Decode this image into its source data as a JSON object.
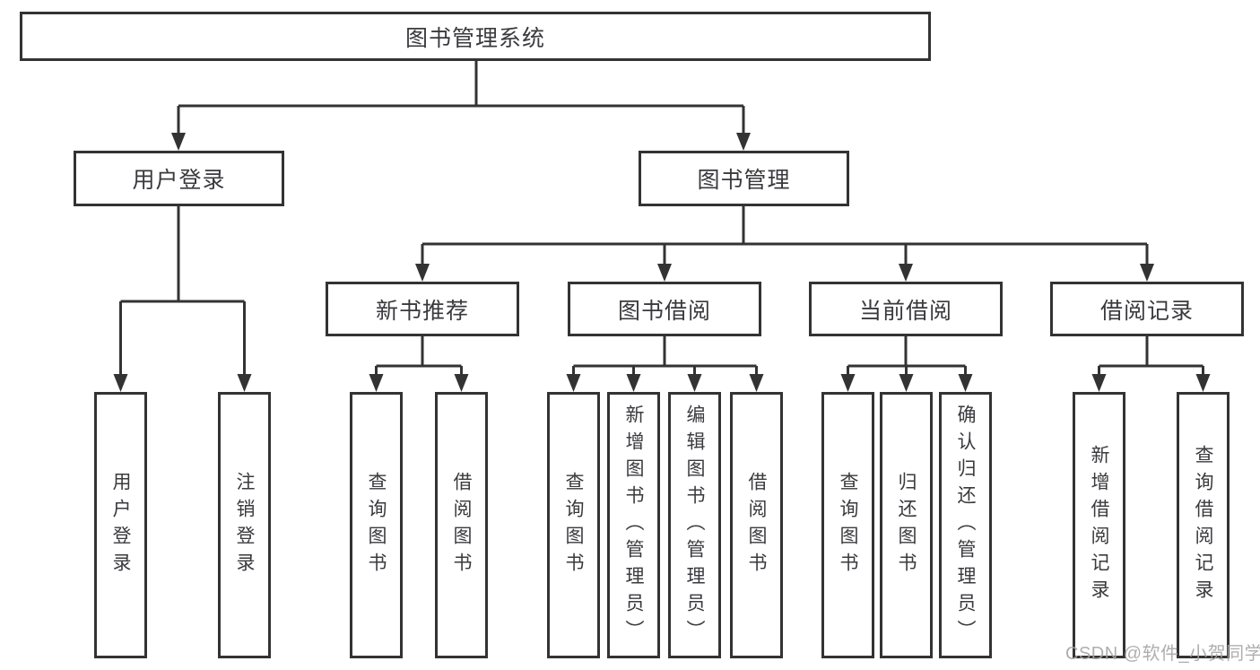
{
  "colors": {
    "background": "#ffffff",
    "line": "#333333",
    "box_border": "#333333",
    "text": "#3a3a3e",
    "watermark": "#a6a6a6"
  },
  "watermark": "CSDN @软件_小贺同学",
  "diagram": {
    "root": "图书管理系统",
    "branches": [
      {
        "label": "用户登录",
        "children": [
          "用户登录",
          "注销登录"
        ]
      },
      {
        "label": "图书管理",
        "sections": [
          {
            "label": "新书推荐",
            "children": [
              "查询图书",
              "借阅图书"
            ]
          },
          {
            "label": "图书借阅",
            "children": [
              "查询图书",
              "新增图书（管理员）",
              "编辑图书（管理员）",
              "借阅图书"
            ]
          },
          {
            "label": "当前借阅",
            "children": [
              "查询图书",
              "归还图书",
              "确认归还（管理员）"
            ]
          },
          {
            "label": "借阅记录",
            "children": [
              "新增借阅记录",
              "查询借阅记录"
            ]
          }
        ]
      }
    ]
  }
}
